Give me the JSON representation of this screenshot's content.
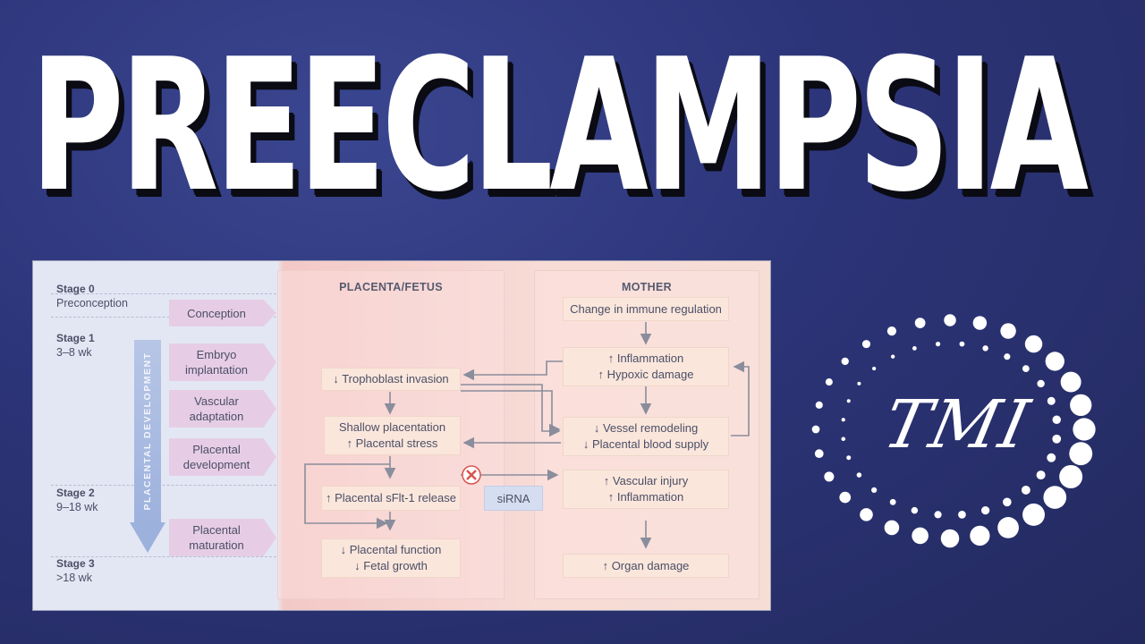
{
  "title": "PREECLAMPSIA",
  "diagram": {
    "stages": [
      {
        "name": "Stage 0",
        "range": "Preconception"
      },
      {
        "name": "Stage 1",
        "range": "3–8 wk"
      },
      {
        "name": "Stage 2",
        "range": "9–18 wk"
      },
      {
        "name": "Stage 3",
        "range": ">18 wk"
      }
    ],
    "development_label": "PLACENTAL DEVELOPMENT",
    "events": [
      "Conception",
      "Embryo\nimplantation",
      "Vascular\nadaptation",
      "Placental\ndevelopment",
      "Placental\nmaturation"
    ],
    "placenta": {
      "header": "PLACENTA/FETUS",
      "trophoblast": "↓ Trophoblast invasion",
      "shallow_1": "Shallow placentation",
      "shallow_2": "↑ Placental stress",
      "sflt": "↑ Placental sFlt-1 release",
      "function_1": "↓ Placental function",
      "function_2": "↓ Fetal growth"
    },
    "sirna": "siRNA",
    "mother": {
      "header": "MOTHER",
      "immune": "Change in immune regulation",
      "inflammation_1": "↑ Inflammation",
      "inflammation_2": "↑ Hypoxic damage",
      "vessel_1": "↓ Vessel remodeling",
      "vessel_2": "↓ Placental blood supply",
      "vascular_1": "↑ Vascular injury",
      "vascular_2": "↑ Inflammation",
      "organ": "↑ Organ damage"
    }
  },
  "logo": {
    "text": "TMI",
    "color": "#ffffff"
  },
  "colors": {
    "background": "#2c3478",
    "title": "#ffffff",
    "title_shadow": "#0b0b14",
    "block_red": "#d9534f"
  }
}
